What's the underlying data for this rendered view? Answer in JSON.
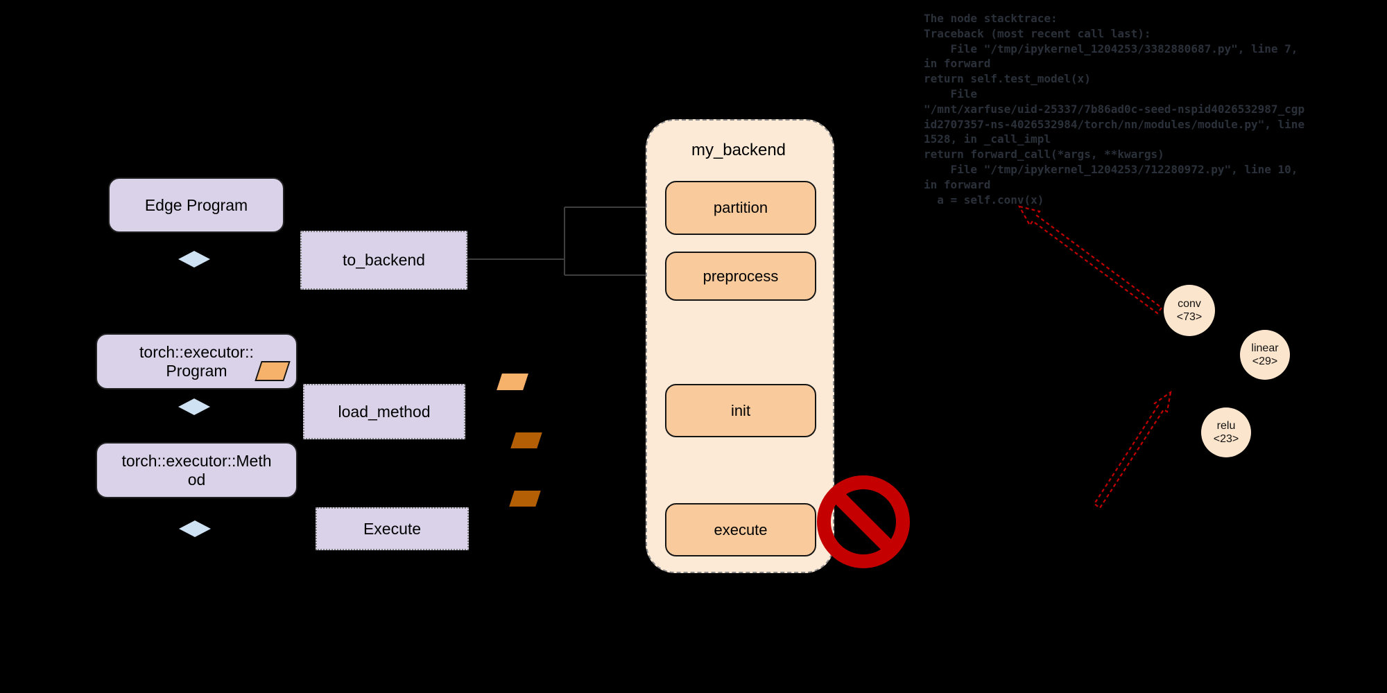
{
  "flow_left": {
    "edge_program": "Edge Program",
    "to_backend": "to_backend",
    "program_lines": [
      "torch::executor::",
      "Program"
    ],
    "load_method": "load_method",
    "method_lines": [
      "torch::executor::Meth",
      "od"
    ],
    "execute": "Execute"
  },
  "backend_panel": {
    "title": "my_backend",
    "stages": [
      "partition",
      "preprocess",
      "init",
      "execute"
    ]
  },
  "graph_nodes": [
    {
      "label": "conv",
      "id": "<73>"
    },
    {
      "label": "linear",
      "id": "<29>"
    },
    {
      "label": "relu",
      "id": "<23>"
    }
  ],
  "stacktrace": {
    "lines": [
      "The node stacktrace:",
      "Traceback (most recent call last):",
      "    File \"/tmp/ipykernel_1204253/3382880687.py\", line 7,",
      "in forward",
      "return self.test_model(x)",
      "    File",
      "\"/mnt/xarfuse/uid-25337/7b86ad0c-seed-nspid4026532987_cgp",
      "id2707357-ns-4026532984/torch/nn/modules/module.py\", line",
      "1528, in _call_impl",
      "return forward_call(*args, **kwargs)",
      "    File \"/tmp/ipykernel_1204253/712280972.py\", line 10,",
      "in forward",
      "  a = self.conv(x)"
    ]
  },
  "colors": {
    "lavender": "#d9d2e9",
    "diamond_blue": "#cfe2f3",
    "panel_peach": "#fce9d6",
    "stage_orange": "#f9cb9c",
    "node_peach": "#fce5cd",
    "tensor_light": "#f6b26b",
    "tensor_dark": "#b45f06",
    "prohibit_red": "#c40000",
    "trace_text": "#2b313a",
    "connector": "#3f3f3f"
  }
}
